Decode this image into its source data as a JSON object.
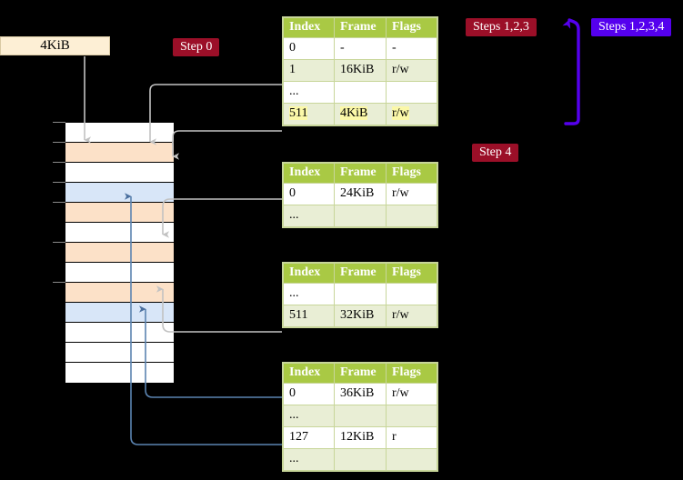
{
  "labels": {
    "kib_box": "4KiB",
    "step0": "Step 0",
    "step4": "Step 4",
    "steps123": "Steps 1,2,3",
    "steps1234": "Steps 1,2,3,4"
  },
  "colors": {
    "badge_red": "#9b0f28",
    "badge_blue": "#5500ee",
    "table_header_green": "#a9c944",
    "table_row_alt": "#e9eed5",
    "highlight_yellow": "#fbf8a8",
    "mem_peach": "#fce1c8",
    "mem_blue": "#d8e6f8",
    "kib_box_bg": "#fdefd5",
    "gray_wire": "#b3b3b3",
    "blue_wire": "#5b84b1"
  },
  "tables": [
    {
      "name": "pml4-table",
      "columns": [
        "Index",
        "Frame",
        "Flags"
      ],
      "rows": [
        {
          "index": "0",
          "frame": "-",
          "flags": "-",
          "shade": "odd",
          "highlight": false
        },
        {
          "index": "1",
          "frame": "16KiB",
          "flags": "r/w",
          "shade": "even",
          "highlight": false
        },
        {
          "index": "...",
          "frame": "",
          "flags": "",
          "shade": "odd",
          "highlight": false
        },
        {
          "index": "511",
          "frame": "4KiB",
          "flags": "r/w",
          "shade": "even",
          "highlight": true
        }
      ]
    },
    {
      "name": "pdpt-table",
      "columns": [
        "Index",
        "Frame",
        "Flags"
      ],
      "rows": [
        {
          "index": "0",
          "frame": "24KiB",
          "flags": "r/w",
          "shade": "odd",
          "highlight": false
        },
        {
          "index": "...",
          "frame": "",
          "flags": "",
          "shade": "even",
          "highlight": false
        }
      ]
    },
    {
      "name": "pd-table",
      "columns": [
        "Index",
        "Frame",
        "Flags"
      ],
      "rows": [
        {
          "index": "...",
          "frame": "",
          "flags": "",
          "shade": "odd",
          "highlight": false
        },
        {
          "index": "511",
          "frame": "32KiB",
          "flags": "r/w",
          "shade": "even",
          "highlight": false
        }
      ]
    },
    {
      "name": "pt-table",
      "columns": [
        "Index",
        "Frame",
        "Flags"
      ],
      "rows": [
        {
          "index": "0",
          "frame": "36KiB",
          "flags": "r/w",
          "shade": "odd",
          "highlight": false
        },
        {
          "index": "...",
          "frame": "",
          "flags": "",
          "shade": "even",
          "highlight": false
        },
        {
          "index": "127",
          "frame": "12KiB",
          "flags": "r",
          "shade": "odd",
          "highlight": false
        },
        {
          "index": "...",
          "frame": "",
          "flags": "",
          "shade": "even",
          "highlight": false
        }
      ]
    }
  ],
  "memory": {
    "name": "physical-memory-column",
    "cells": [
      {
        "fill": "white"
      },
      {
        "fill": "peach"
      },
      {
        "fill": "white"
      },
      {
        "fill": "blue"
      },
      {
        "fill": "peach"
      },
      {
        "fill": "white"
      },
      {
        "fill": "peach"
      },
      {
        "fill": "white"
      },
      {
        "fill": "peach"
      },
      {
        "fill": "blue"
      },
      {
        "fill": "white"
      },
      {
        "fill": "white"
      },
      {
        "fill": "white"
      }
    ]
  }
}
